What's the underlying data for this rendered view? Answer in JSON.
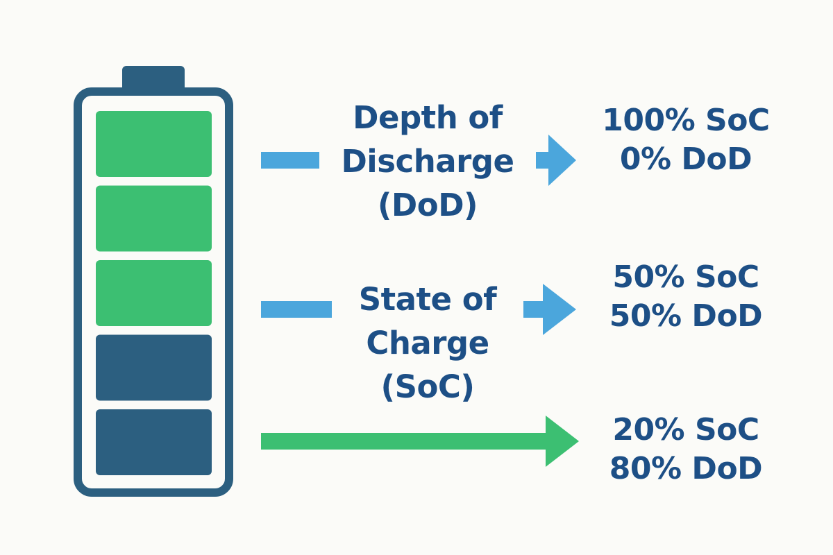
{
  "colors": {
    "background": "#fbfbf8",
    "battery_outline": "#2c5f80",
    "charged_segment": "#3cbf72",
    "empty_segment": "#2c5f80",
    "arrow_blue": "#4ba6dc",
    "arrow_green": "#3cbf72",
    "text": "#1d4f86"
  },
  "battery": {
    "segments": [
      {
        "state": "charged"
      },
      {
        "state": "charged"
      },
      {
        "state": "charged"
      },
      {
        "state": "empty"
      },
      {
        "state": "empty"
      }
    ]
  },
  "terms": {
    "dod": {
      "line1": "Depth of",
      "line2": "Discharge",
      "line3": "(DoD)"
    },
    "soc": {
      "line1": "State of",
      "line2": "Charge",
      "line3": "(SoC)"
    }
  },
  "levels": [
    {
      "soc": "100% SoC",
      "dod": "0% DoD"
    },
    {
      "soc": "50% SoC",
      "dod": "50% DoD"
    },
    {
      "soc": "20% SoC",
      "dod": "80% DoD"
    }
  ],
  "arrows": [
    {
      "name": "arrow-dod",
      "color": "arrow_blue"
    },
    {
      "name": "arrow-soc",
      "color": "arrow_blue"
    },
    {
      "name": "arrow-full",
      "color": "arrow_green"
    }
  ]
}
